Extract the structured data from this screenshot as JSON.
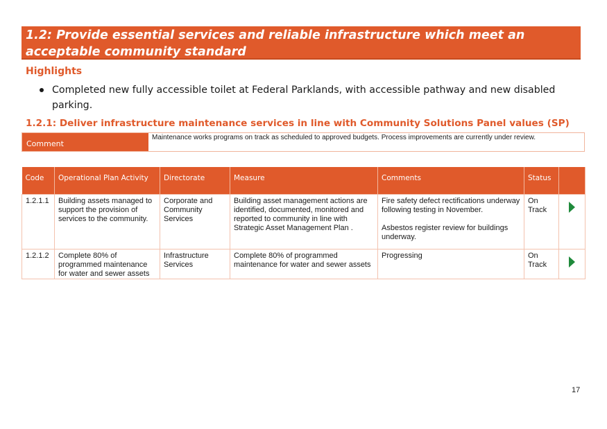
{
  "section_title": "1.2: Provide essential services and reliable infrastructure which meet an acceptable community standard",
  "highlights": {
    "heading": "Highlights",
    "items": [
      "Completed new fully accessible toilet at Federal Parklands, with accessible pathway and new disabled parking."
    ]
  },
  "subsection": {
    "heading": "1.2.1: Deliver infrastructure maintenance services in line with Community Solutions Panel values (SP)",
    "comment_label": "Comment",
    "comment_text": "Maintenance works programs on track as scheduled to approved budgets. Process improvements are currently under review."
  },
  "table": {
    "headers": [
      "Code",
      "Operational Plan Activity",
      "Directorate",
      "Measure",
      "Comments",
      "Status"
    ],
    "rows": [
      {
        "code": "1.2.1.1",
        "activity": "Building assets managed to support the provision of services to the community.",
        "directorate": "Corporate and Community Services",
        "measure": "Building asset management actions are identified, documented, monitored and reported to community in line with Strategic Asset Management Plan .",
        "comments": [
          "Fire safety defect rectifications underway following testing in November.",
          "Asbestos register review for buildings underway."
        ],
        "status": "On Track",
        "status_icon": "green-arrow-right"
      },
      {
        "code": "1.2.1.2",
        "activity": "Complete 80% of programmed maintenance for water and sewer assets",
        "directorate": "Infrastructure Services",
        "measure": "Complete 80% of programmed maintenance for water and sewer assets",
        "comments": [
          "Progressing"
        ],
        "status": "On Track",
        "status_icon": "green-arrow-right"
      }
    ]
  },
  "colors": {
    "accent": "#e05a2b",
    "status_on_track": "#1f8a3b"
  },
  "page_number": "17"
}
